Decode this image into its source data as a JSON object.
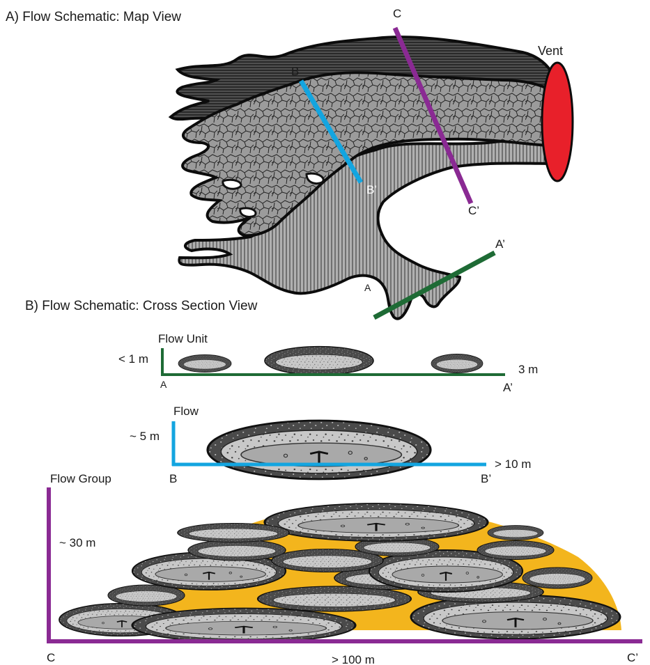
{
  "panels": {
    "map_title": "A) Flow Schematic:  Map View",
    "cross_title": "B) Flow Schematic:  Cross Section View"
  },
  "map": {
    "vent_label": "Vent",
    "line_a_start": "A",
    "line_a_end": "A’",
    "line_b_start": "B",
    "line_b_end": "B’",
    "line_c_start": "C",
    "line_c_end": "C’"
  },
  "sections": {
    "unit": {
      "title": "Flow Unit",
      "height": "< 1 m",
      "width": "3 m",
      "start": "A",
      "end": "A’"
    },
    "flow": {
      "title": "Flow",
      "height": "~ 5 m",
      "width": "> 10 m",
      "start": "B",
      "end": "B’"
    },
    "group": {
      "title": "Flow Group",
      "height": "~ 30 m",
      "width": "> 100 m",
      "start": "C",
      "end": "C’"
    }
  },
  "colors": {
    "line_a": "#1e6b35",
    "line_b": "#13a5e0",
    "line_c": "#8a2a93",
    "vent": "#e8202a",
    "flow_fill": "#a9a9a9",
    "dark_flow": "#2f2f2f",
    "crust": "#3b3b3b",
    "interstitial": "#f3b51d"
  }
}
